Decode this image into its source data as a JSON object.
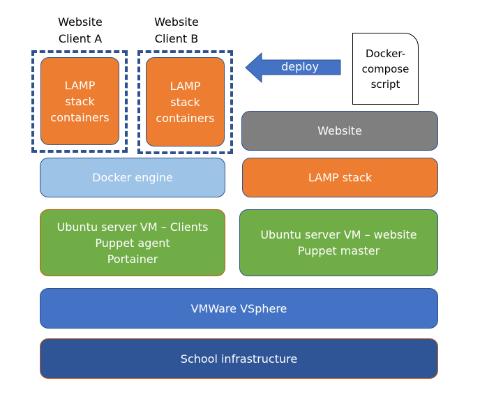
{
  "clients": [
    {
      "title_line1": "Website",
      "title_line2": "Client A",
      "container": [
        "LAMP",
        "stack",
        "containers"
      ]
    },
    {
      "title_line1": "Website",
      "title_line2": "Client B",
      "container": [
        "LAMP",
        "stack",
        "containers"
      ]
    }
  ],
  "deploy_arrow": {
    "label": "deploy"
  },
  "script_box": {
    "lines": [
      "Docker-",
      "compose",
      "script"
    ]
  },
  "layers": {
    "website": "Website",
    "lamp_stack": "LAMP stack",
    "docker_engine": "Docker engine",
    "vm_clients": [
      "Ubuntu server  VM – Clients",
      "Puppet agent",
      "Portainer"
    ],
    "vm_website": [
      "Ubuntu server  VM – website",
      "Puppet master"
    ],
    "vsphere": "VMWare VSphere",
    "infrastructure": "School infrastructure"
  },
  "colors": {
    "orange": "#ed7d31",
    "gray": "#7f7f7f",
    "light_blue": "#9dc3e6",
    "green": "#70ad47",
    "blue": "#4472c4",
    "navy": "#2f5597",
    "border": "#2f528f"
  }
}
